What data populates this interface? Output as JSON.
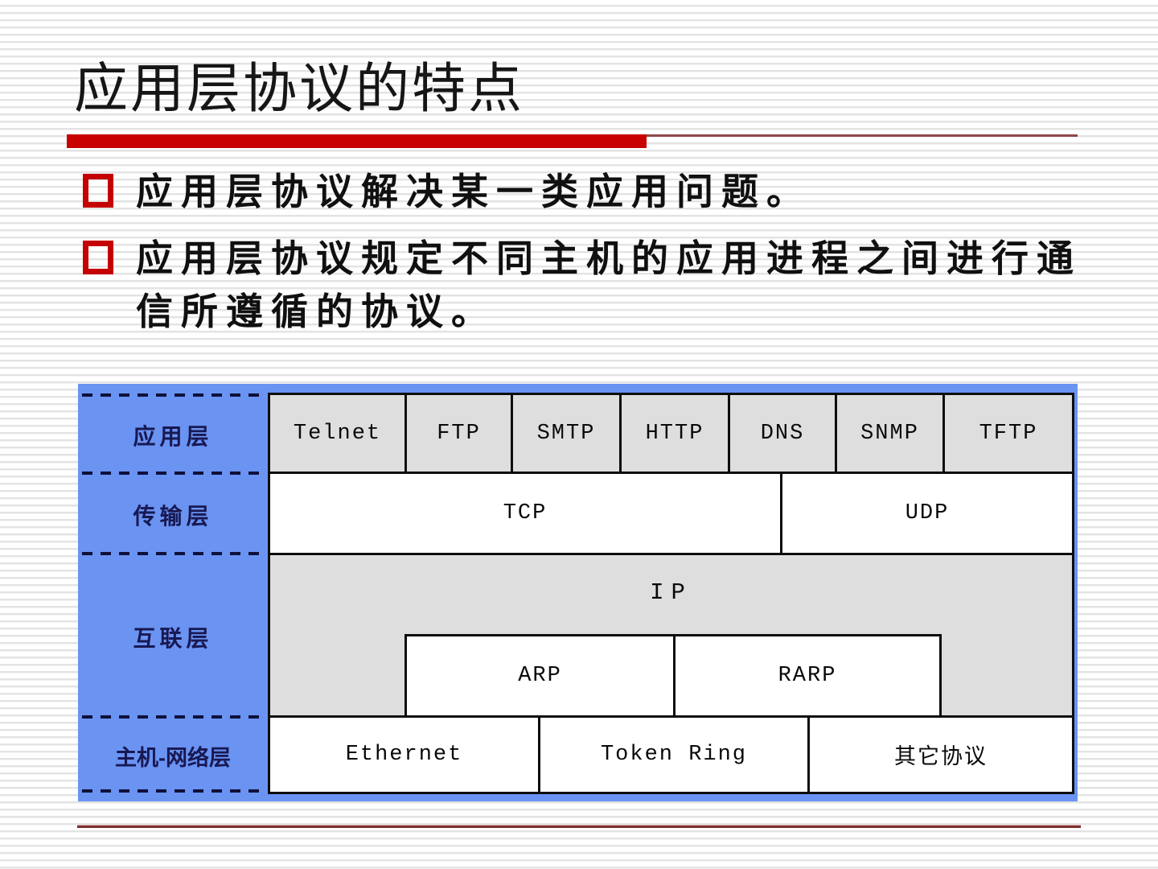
{
  "slide": {
    "title": "应用层协议的特点",
    "bullets": [
      {
        "text": "应用层协议解决某一类应用问题。"
      },
      {
        "text": "应用层协议规定不同主机的应用进程之间进行通信所遵循的协议。"
      }
    ]
  },
  "diagram": {
    "layers": [
      {
        "label": "应用层"
      },
      {
        "label": "传输层"
      },
      {
        "label": "互联层"
      },
      {
        "label": "主机-网络层"
      }
    ],
    "application_row": [
      "Telnet",
      "FTP",
      "SMTP",
      "HTTP",
      "DNS",
      "SNMP",
      "TFTP"
    ],
    "transport_row": {
      "tcp": "TCP",
      "udp": "UDP"
    },
    "internet_row": {
      "ip": "IP",
      "arp": "ARP",
      "rarp": "RARP"
    },
    "network_row": [
      "Ethernet",
      "Token Ring",
      "其它协议"
    ],
    "colors": {
      "accent_red": "#C80000",
      "layer_column_blue": "#6A93F2",
      "cell_gray": "#DEDEDE",
      "cell_white": "#FFFFFF",
      "label_navy": "#181852"
    }
  }
}
